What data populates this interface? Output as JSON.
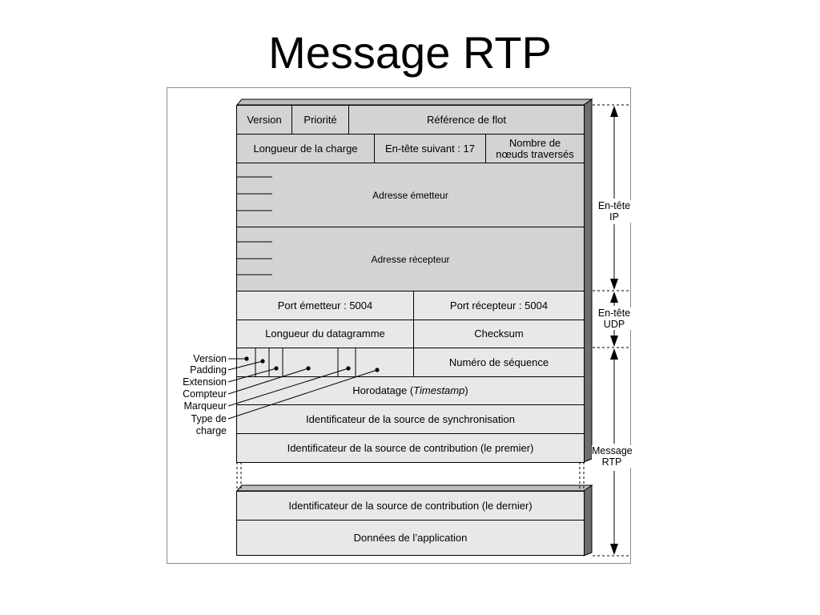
{
  "title": "Message RTP",
  "ip_header": {
    "version": "Version",
    "priority": "Priorité",
    "flow_label": "Référence de flot",
    "payload_length": "Longueur de la charge",
    "next_header": "En-tête suivant : 17",
    "hop_limit": "Nombre de nœuds traversés",
    "source_address": "Adresse émetteur",
    "dest_address": "Adresse récepteur"
  },
  "udp_header": {
    "source_port": "Port émetteur : 5004",
    "dest_port": "Port récepteur : 5004",
    "datagram_length": "Longueur du datagramme",
    "checksum": "Checksum"
  },
  "rtp": {
    "sequence_number": "Numéro de séquence",
    "timestamp_prefix": "Horodatage (",
    "timestamp_italic": "Timestamp",
    "timestamp_suffix": ")",
    "ssrc": "Identificateur de la source de synchronisation",
    "csrc_first": "Identificateur de la source de contribution (le premier)",
    "csrc_last": "Identificateur de la source de contribution (le dernier)",
    "payload": "Données de l’application"
  },
  "field_labels": {
    "version": "Version",
    "padding": "Padding",
    "extension": "Extension",
    "counter": "Compteur",
    "marker": "Marqueur",
    "payload_type_1": "Type de",
    "payload_type_2": "charge"
  },
  "brackets": {
    "ip_1": "En-tête",
    "ip_2": "IP",
    "udp_1": "En-tête",
    "udp_2": "UDP",
    "rtp_1": "Message",
    "rtp_2": "RTP"
  }
}
